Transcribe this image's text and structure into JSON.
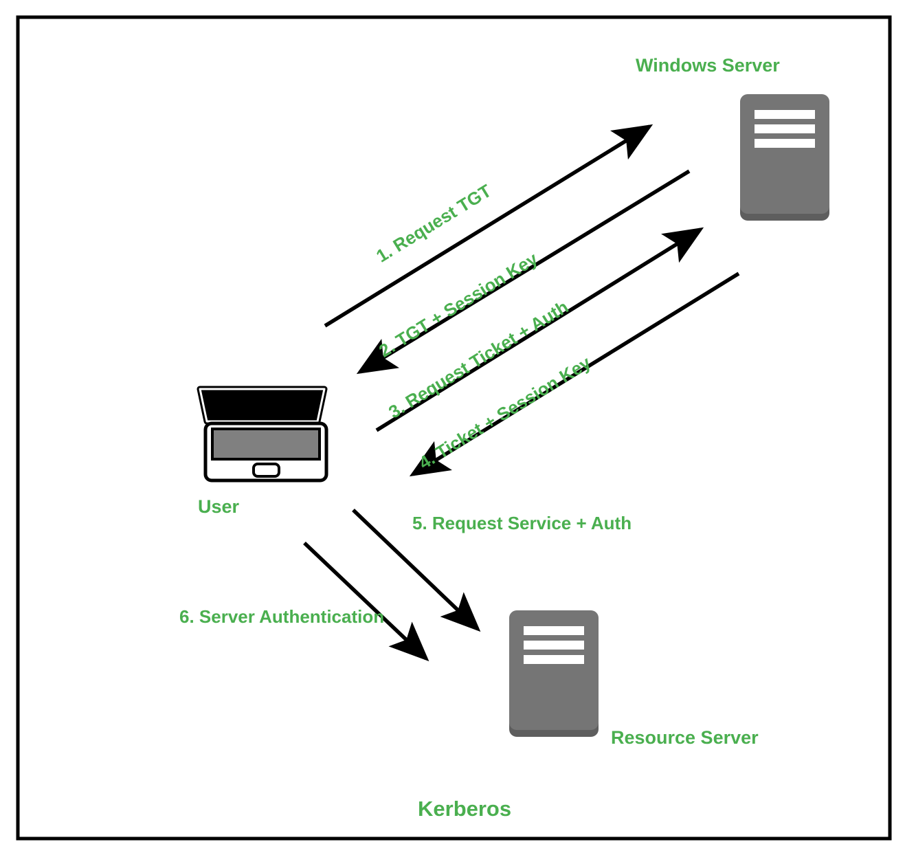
{
  "diagram": {
    "title": "Kerberos",
    "accent_color": "#4aaf4f",
    "line_color": "#000000",
    "node_color": "#757575",
    "border_color": "#000000",
    "nodes": [
      {
        "id": "windows-server",
        "label": "Windows Server",
        "icon": "server-icon"
      },
      {
        "id": "user",
        "label": "User",
        "icon": "laptop-icon"
      },
      {
        "id": "resource-server",
        "label": "Resource Server",
        "icon": "server-icon"
      }
    ],
    "flows": [
      {
        "step": 1,
        "label": "1. Request TGT",
        "from": "user",
        "to": "windows-server"
      },
      {
        "step": 2,
        "label": "2. TGT + Session Key",
        "from": "windows-server",
        "to": "user"
      },
      {
        "step": 3,
        "label": "3. Request Ticket + Auth",
        "from": "user",
        "to": "windows-server"
      },
      {
        "step": 4,
        "label": "4. Ticket + Session Key",
        "from": "windows-server",
        "to": "user"
      },
      {
        "step": 5,
        "label": "5. Request Service + Auth",
        "from": "user",
        "to": "resource-server"
      },
      {
        "step": 6,
        "label": "6. Server Authentication",
        "from": "resource-server",
        "to": "user"
      }
    ]
  }
}
